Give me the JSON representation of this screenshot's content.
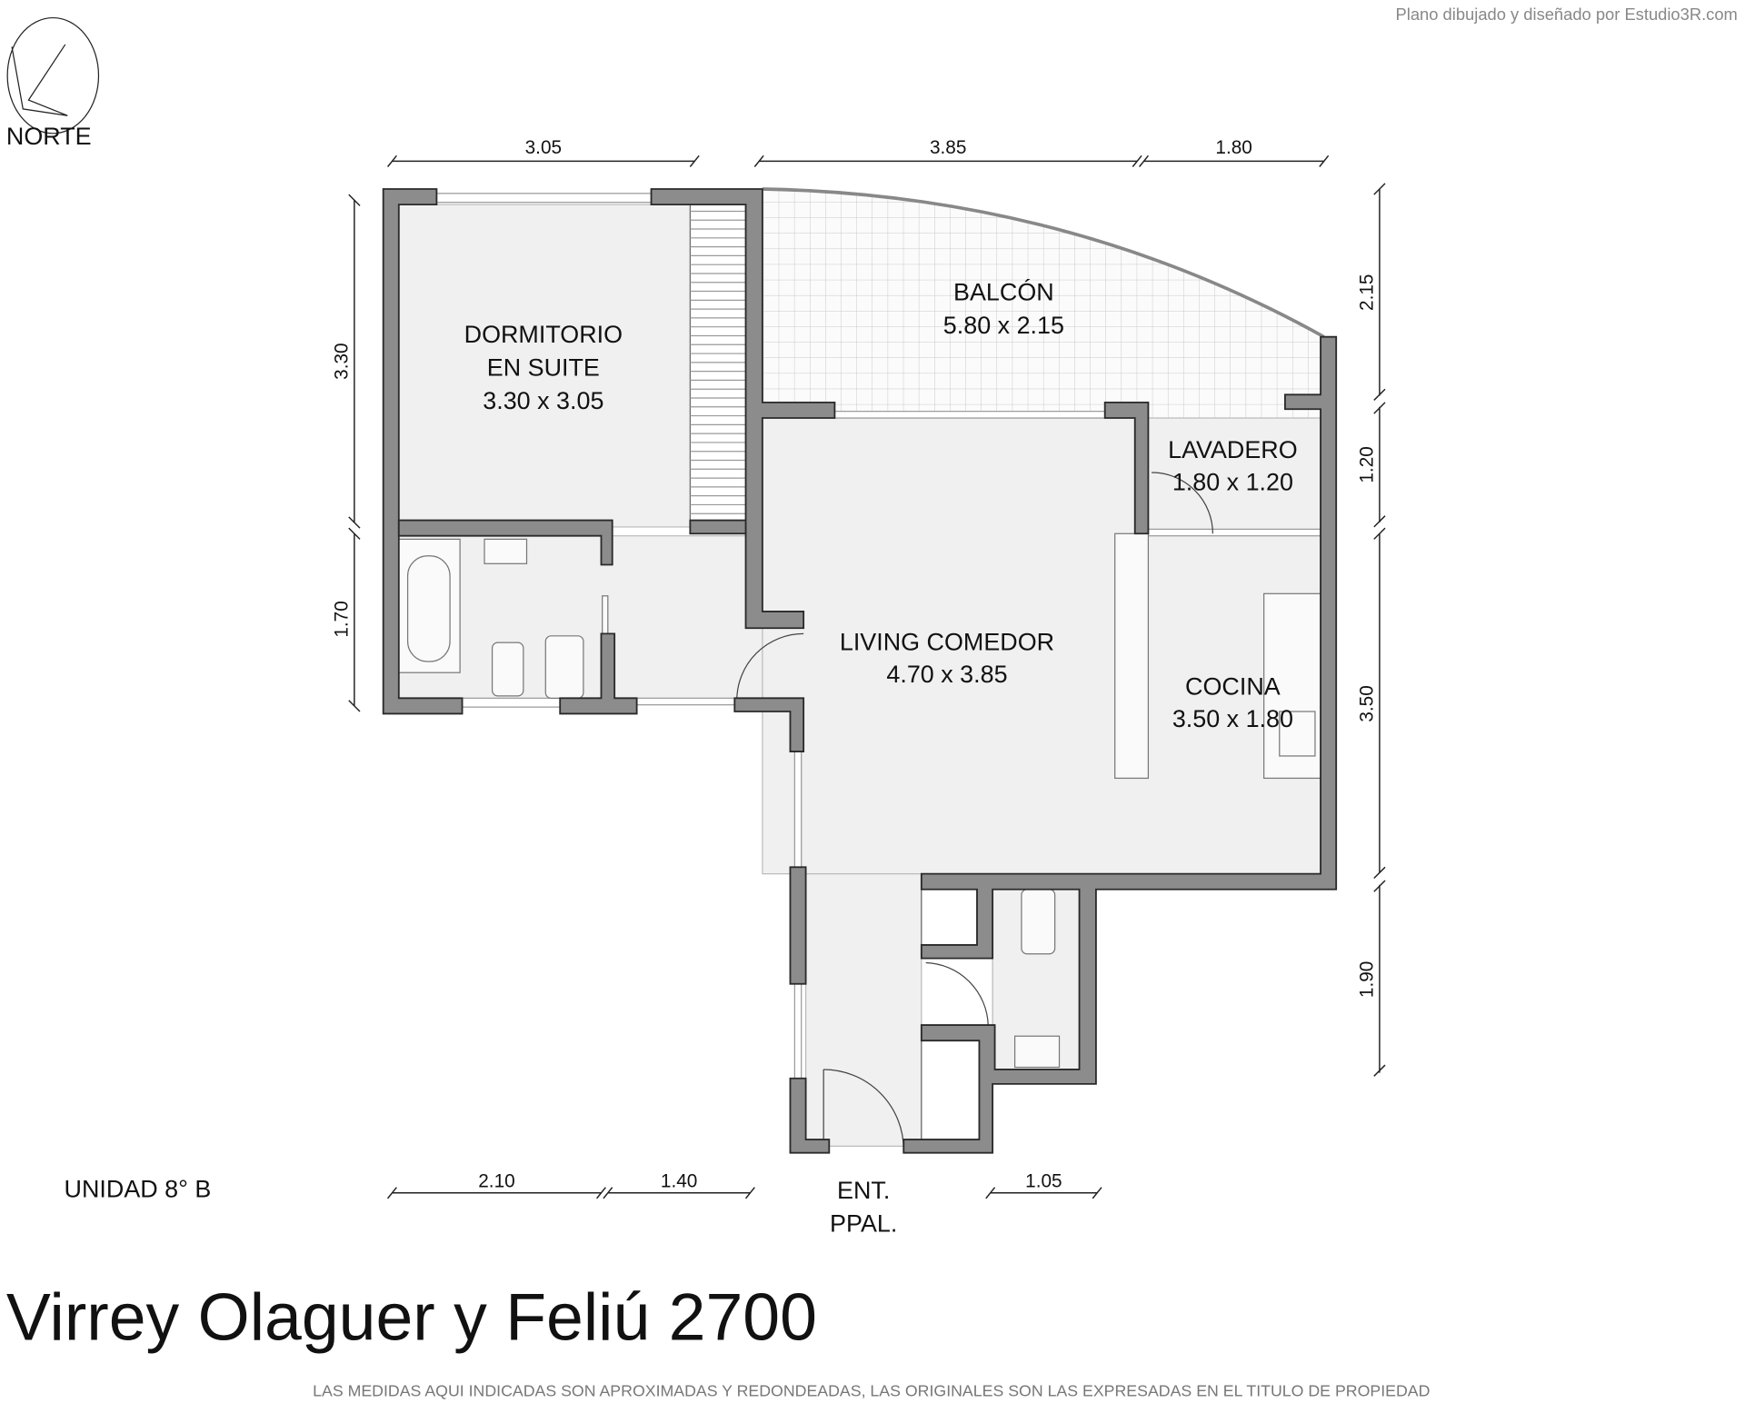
{
  "credit": "Plano dibujado y diseñado por Estudio3R.com",
  "compass": {
    "label": "NORTE",
    "icon": "north-arrow-icon"
  },
  "unit": "UNIDAD 8° B",
  "address": "Virrey Olaguer y Feliú 2700",
  "disclaimer": "LAS MEDIDAS AQUI INDICADAS SON APROXIMADAS Y REDONDEADAS, LAS ORIGINALES SON LAS EXPRESADAS EN EL TITULO DE PROPIEDAD",
  "entrance": {
    "line1": "ENT.",
    "line2": "PPAL."
  },
  "rooms": {
    "dormitorio": {
      "line1": "DORMITORIO",
      "line2": "EN SUITE",
      "size": "3.30 x 3.05"
    },
    "balcon": {
      "line1": "BALCÓN",
      "size": "5.80 x 2.15"
    },
    "lavadero": {
      "line1": "LAVADERO",
      "size": "1.80 x 1.20"
    },
    "living": {
      "line1": "LIVING COMEDOR",
      "size": "4.70 x 3.85"
    },
    "cocina": {
      "line1": "COCINA",
      "size": "3.50 x 1.80"
    }
  },
  "dimensions": {
    "top": [
      "3.05",
      "3.85",
      "1.80"
    ],
    "left": [
      "3.30",
      "1.70"
    ],
    "right": [
      "2.15",
      "1.20",
      "3.50",
      "1.90"
    ],
    "bottom": [
      "2.10",
      "1.40",
      "1.05"
    ]
  }
}
